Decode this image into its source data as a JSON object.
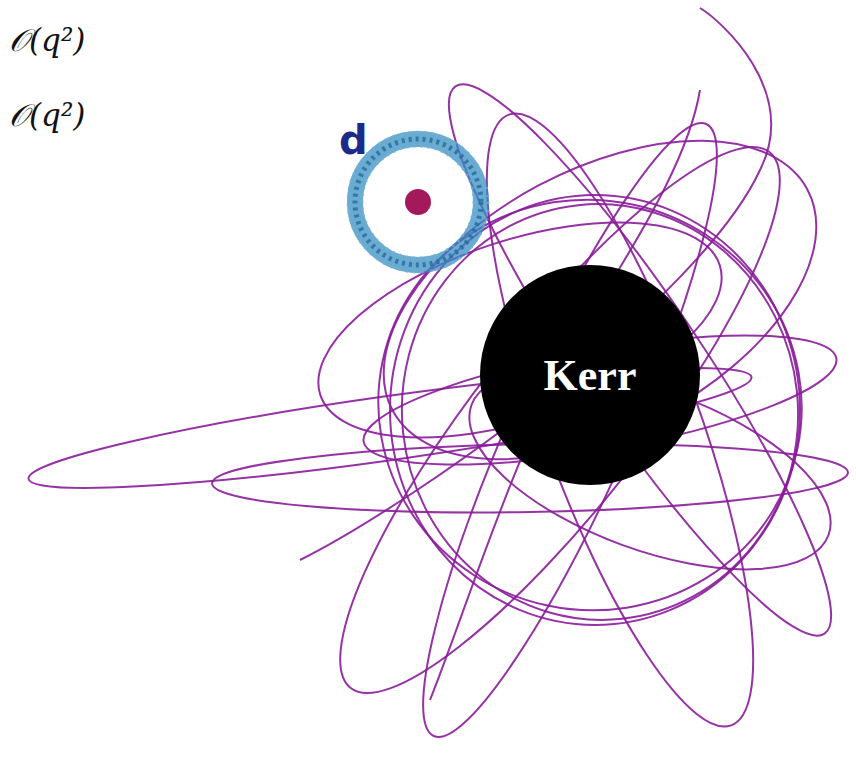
{
  "diagram": {
    "nodes": [
      {
        "text": [
          "Kerr"
        ]
      }
    ],
    "labels": [
      "𝒪(q²)",
      "𝒪(q²)",
      "d"
    ]
  }
}
